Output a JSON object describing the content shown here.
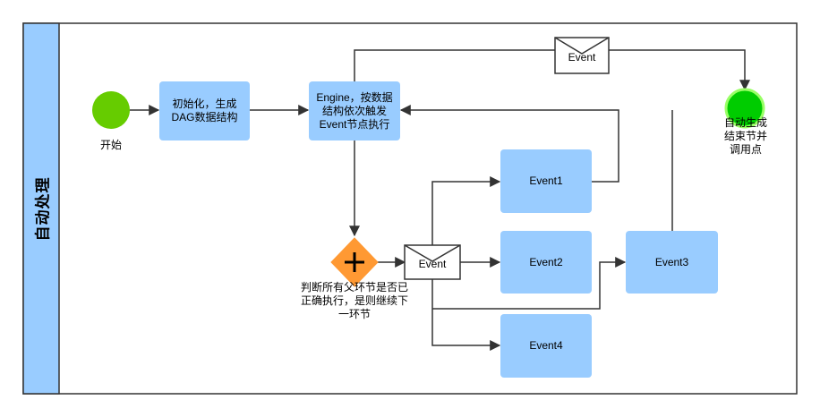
{
  "pool": {
    "lane_title": "自动处理"
  },
  "nodes": {
    "start": {
      "label": "开始",
      "color": "#66cc00"
    },
    "init": {
      "label": "初始化，生成DAG数据结构",
      "color": "#99ccff"
    },
    "engine": {
      "label": "Engine，按数据结构依次触发Event节点执行",
      "color": "#99ccff"
    },
    "gateway": {
      "label": "判断所有父环节是否已正确执行，是则继续下一环节",
      "color": "#ff9933"
    },
    "event_msg_top": {
      "label": "Event"
    },
    "event_msg_mid": {
      "label": "Event"
    },
    "event1": {
      "label": "Event1"
    },
    "event2": {
      "label": "Event2"
    },
    "event3": {
      "label": "Event3"
    },
    "event4": {
      "label": "Event4"
    },
    "end": {
      "label": "自动生成结束节并调用点",
      "color": "#00cc00"
    }
  }
}
